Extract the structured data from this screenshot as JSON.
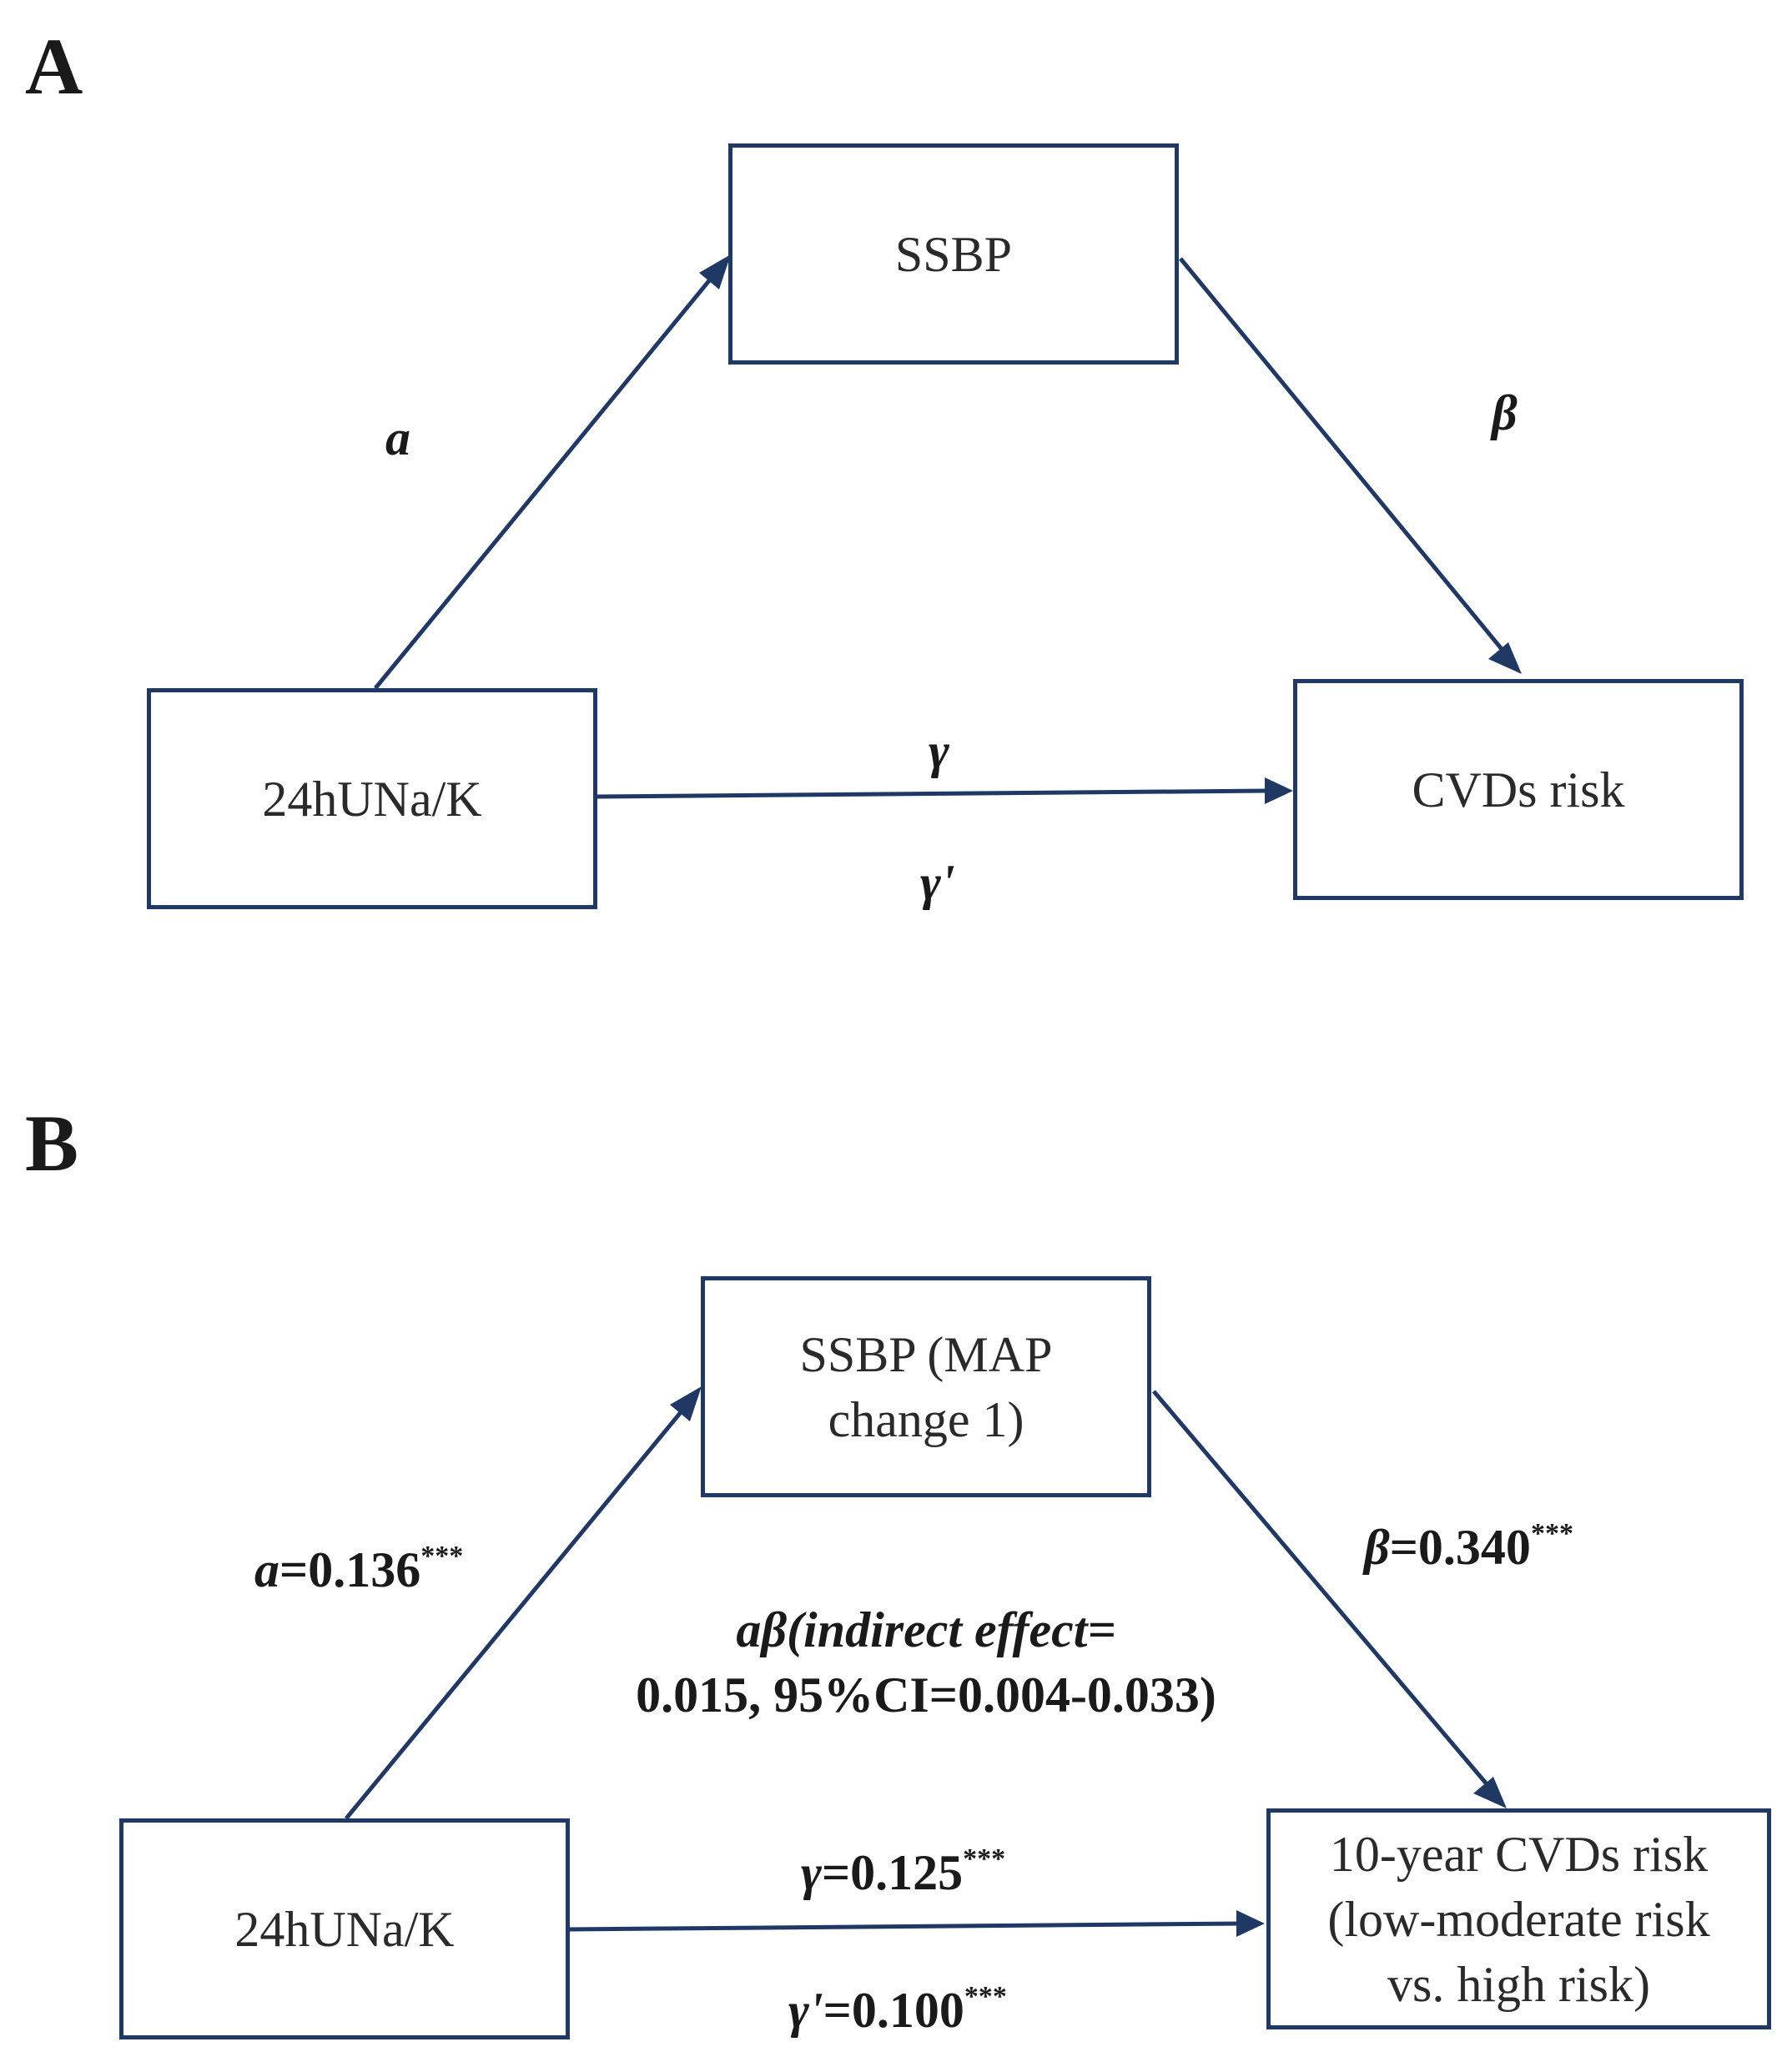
{
  "panels": {
    "a": {
      "label": "A",
      "mediator": "SSBP",
      "exposure": "24hUNa/K",
      "outcome": "CVDs risk",
      "path_a": "a",
      "path_b": "β",
      "path_c": "γ",
      "path_c_prime": "γ'"
    },
    "b": {
      "label": "B",
      "mediator_line1": "SSBP (MAP",
      "mediator_line2": "change 1)",
      "exposure": "24hUNa/K",
      "outcome_line1": "10-year CVDs risk",
      "outcome_line2": "(low-moderate risk",
      "outcome_line3": "vs. high risk)",
      "path_a": {
        "symbol": "a",
        "value": "=0.136",
        "sig": "***"
      },
      "path_b": {
        "symbol": "β",
        "value": "=0.340",
        "sig": "***"
      },
      "path_c": {
        "symbol": "γ",
        "value": "=0.125",
        "sig": "***"
      },
      "path_c_prime": {
        "symbol": "γ'",
        "value": "=0.100",
        "sig": "***"
      },
      "indirect_line1": "aβ(indirect effect=",
      "indirect_line2": "0.015, 95%CI=0.004-0.033)"
    }
  },
  "colors": {
    "box_border": "#1f3864",
    "arrow": "#1f3864"
  }
}
